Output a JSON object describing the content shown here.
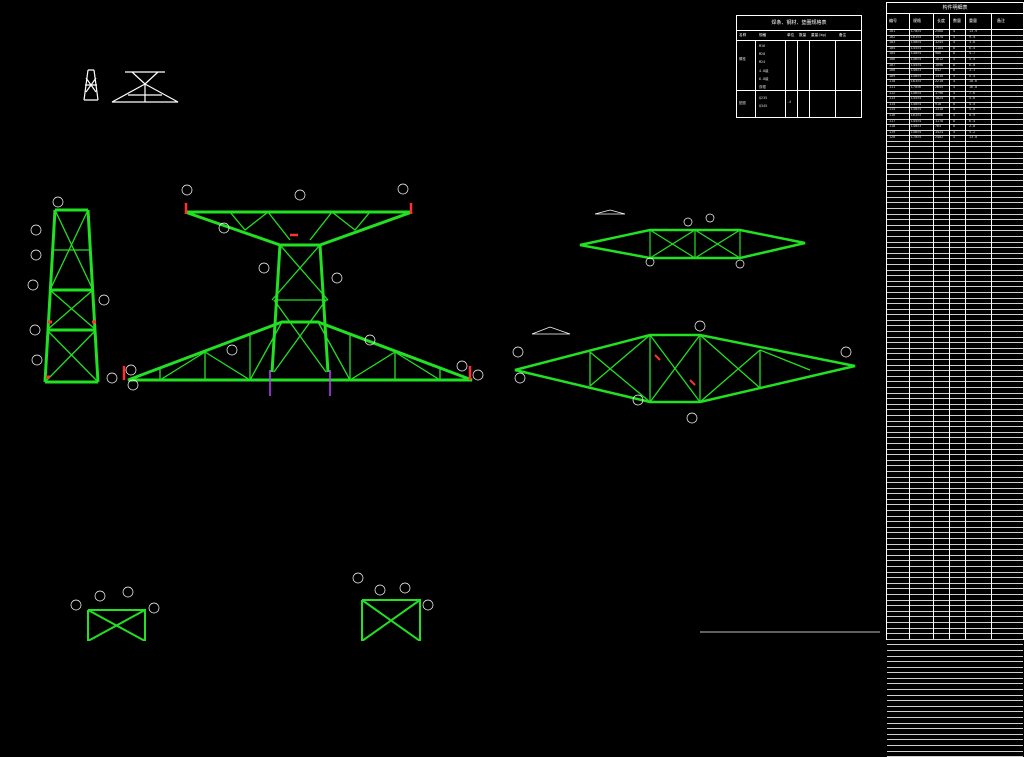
{
  "summary_table": {
    "title": "焊条、钢材、垫圈规格表",
    "headers": [
      "名称",
      "规格",
      "单位",
      "数量",
      "重量(kg)",
      "备注"
    ],
    "side_labels": [
      "螺栓",
      "垫圈"
    ],
    "cells": [
      "M16",
      "M20",
      "M24",
      "4.8级",
      "6.8级",
      "双帽",
      "Q235",
      "Q345",
      "-4"
    ]
  },
  "parts_table": {
    "title": "构件明细表",
    "headers": [
      "编号",
      "规格",
      "长度",
      "数量",
      "重量",
      "备注"
    ],
    "rows": [
      [
        "101",
        "L70×5",
        "2568",
        "4",
        "13.9"
      ],
      [
        "102",
        "L63×5",
        "1978",
        "4",
        "9.4"
      ],
      [
        "103",
        "L50×4",
        "1245",
        "4",
        "3.8"
      ],
      [
        "104",
        "L45×4",
        "1184",
        "8",
        "6.5"
      ],
      [
        "105",
        "L40×4",
        "986",
        "8",
        "4.7"
      ],
      [
        "106",
        "L56×4",
        "1612",
        "4",
        "5.5"
      ],
      [
        "107",
        "L45×4",
        "1096",
        "8",
        "6.0"
      ],
      [
        "108",
        "L40×3",
        "842",
        "8",
        "3.1"
      ],
      [
        "109",
        "L50×5",
        "1430",
        "4",
        "5.4"
      ],
      [
        "110",
        "L63×5",
        "2210",
        "4",
        "10.6"
      ],
      [
        "111",
        "L70×6",
        "2655",
        "4",
        "16.8"
      ],
      [
        "112",
        "L56×5",
        "1796",
        "4",
        "7.6"
      ],
      [
        "113",
        "L45×4",
        "1024",
        "8",
        "5.6"
      ],
      [
        "114",
        "L40×4",
        "918",
        "8",
        "4.4"
      ],
      [
        "115",
        "L50×4",
        "1318",
        "4",
        "4.0"
      ],
      [
        "116",
        "L63×5",
        "1866",
        "4",
        "8.9"
      ],
      [
        "117",
        "L45×4",
        "1178",
        "8",
        "6.4"
      ],
      [
        "118",
        "L40×3",
        "764",
        "8",
        "2.8"
      ],
      [
        "119",
        "L56×4",
        "1524",
        "4",
        "5.2"
      ],
      [
        "120",
        "L70×5",
        "2402",
        "4",
        "13.0"
      ]
    ]
  }
}
